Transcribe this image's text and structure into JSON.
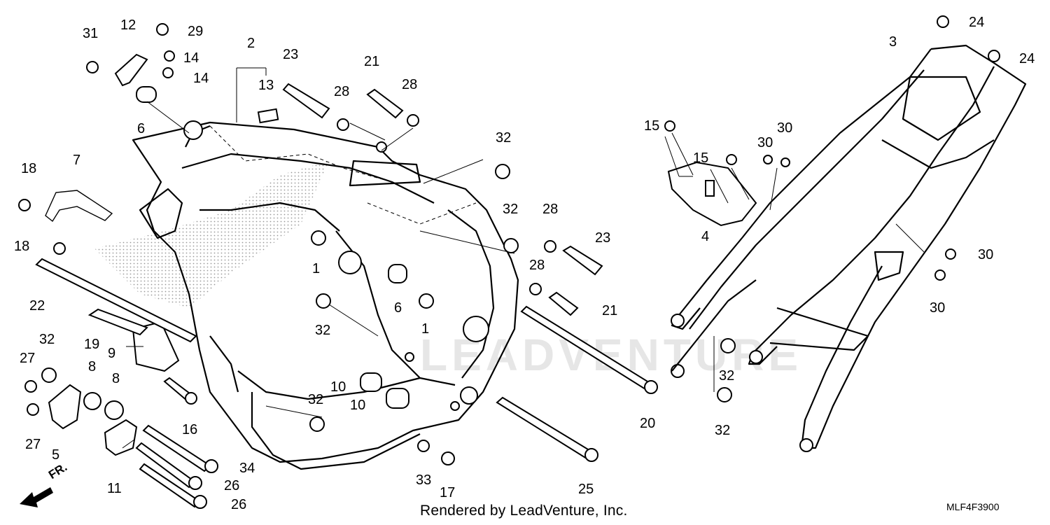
{
  "diagram": {
    "footer_text": "Rendered by LeadVenture, Inc.",
    "diagram_code": "MLF4F3900",
    "direction_label": "FR.",
    "watermark_text": "LEADVENTURE",
    "callouts": [
      {
        "id": "c31",
        "label": "31"
      },
      {
        "id": "c12",
        "label": "12"
      },
      {
        "id": "c29",
        "label": "29"
      },
      {
        "id": "c14a",
        "label": "14"
      },
      {
        "id": "c14b",
        "label": "14"
      },
      {
        "id": "c6a",
        "label": "6"
      },
      {
        "id": "c2",
        "label": "2"
      },
      {
        "id": "c13",
        "label": "13"
      },
      {
        "id": "c23a",
        "label": "23"
      },
      {
        "id": "c28a",
        "label": "28"
      },
      {
        "id": "c21a",
        "label": "21"
      },
      {
        "id": "c28b",
        "label": "28"
      },
      {
        "id": "c32a",
        "label": "32"
      },
      {
        "id": "c18a",
        "label": "18"
      },
      {
        "id": "c7",
        "label": "7"
      },
      {
        "id": "c18b",
        "label": "18"
      },
      {
        "id": "c22",
        "label": "22"
      },
      {
        "id": "c1a",
        "label": "1"
      },
      {
        "id": "c32b",
        "label": "32"
      },
      {
        "id": "c28c",
        "label": "28"
      },
      {
        "id": "c23b",
        "label": "23"
      },
      {
        "id": "c28d",
        "label": "28"
      },
      {
        "id": "c6b",
        "label": "6"
      },
      {
        "id": "c1b",
        "label": "1"
      },
      {
        "id": "c21b",
        "label": "21"
      },
      {
        "id": "c32c",
        "label": "32"
      },
      {
        "id": "c19",
        "label": "19"
      },
      {
        "id": "c9",
        "label": "9"
      },
      {
        "id": "c32d",
        "label": "32"
      },
      {
        "id": "c27a",
        "label": "27"
      },
      {
        "id": "c8a",
        "label": "8"
      },
      {
        "id": "c8b",
        "label": "8"
      },
      {
        "id": "c27b",
        "label": "27"
      },
      {
        "id": "c5",
        "label": "5"
      },
      {
        "id": "c16",
        "label": "16"
      },
      {
        "id": "c10a",
        "label": "10"
      },
      {
        "id": "c10b",
        "label": "10"
      },
      {
        "id": "c32e",
        "label": "32"
      },
      {
        "id": "c11",
        "label": "11"
      },
      {
        "id": "c34",
        "label": "34"
      },
      {
        "id": "c26a",
        "label": "26"
      },
      {
        "id": "c26b",
        "label": "26"
      },
      {
        "id": "c33",
        "label": "33"
      },
      {
        "id": "c17",
        "label": "17"
      },
      {
        "id": "c25",
        "label": "25"
      },
      {
        "id": "c20",
        "label": "20"
      },
      {
        "id": "c3",
        "label": "3"
      },
      {
        "id": "c24a",
        "label": "24"
      },
      {
        "id": "c24b",
        "label": "24"
      },
      {
        "id": "c15a",
        "label": "15"
      },
      {
        "id": "c15b",
        "label": "15"
      },
      {
        "id": "c30a",
        "label": "30"
      },
      {
        "id": "c30b",
        "label": "30"
      },
      {
        "id": "c4",
        "label": "4"
      },
      {
        "id": "c30c",
        "label": "30"
      },
      {
        "id": "c30d",
        "label": "30"
      },
      {
        "id": "c32f",
        "label": "32"
      },
      {
        "id": "c32g",
        "label": "32"
      }
    ]
  }
}
